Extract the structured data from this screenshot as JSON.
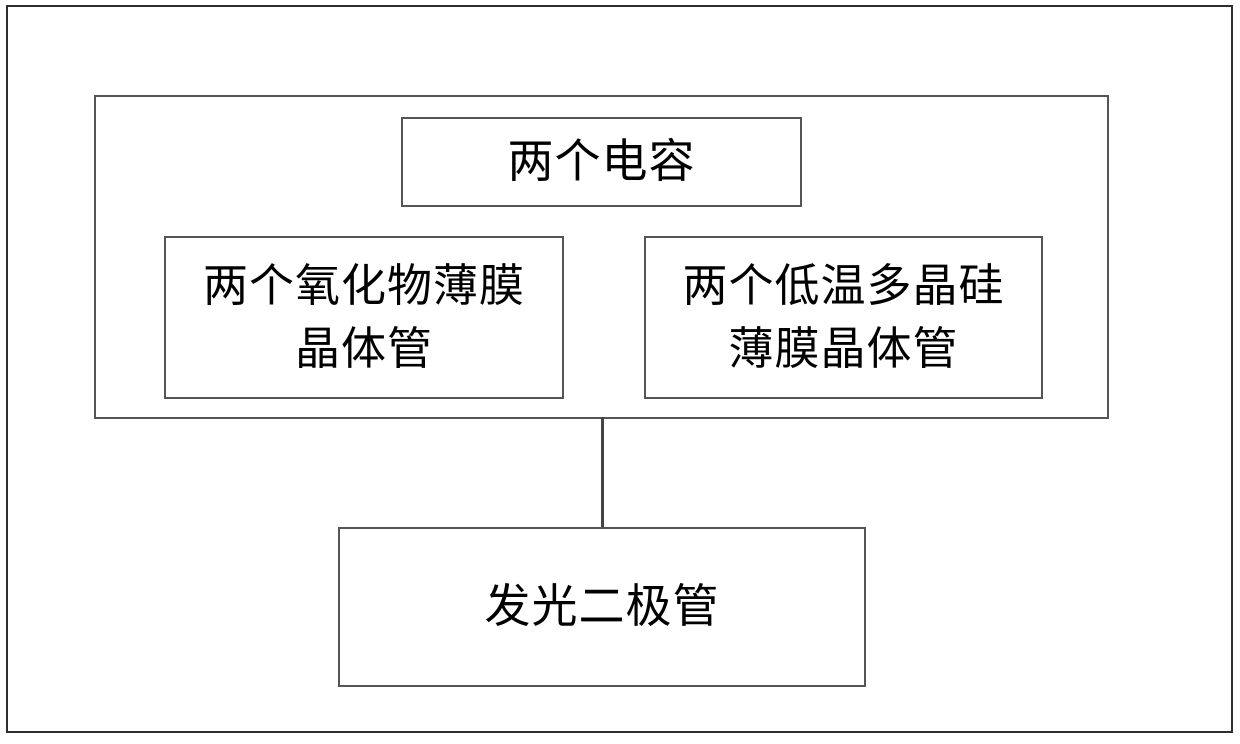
{
  "diagram": {
    "title": "",
    "background_color": "#ffffff",
    "line_color": "#555555",
    "frame_color": "#2e2e2e",
    "text_color": "#000000",
    "frame": {
      "name": "page-frame"
    },
    "container": {
      "label": ""
    },
    "nodes": {
      "capacitors": {
        "label": "两个电容"
      },
      "oxide_tft": {
        "label": "两个氧化物薄膜\n晶体管"
      },
      "ltps_tft": {
        "label": "两个低温多晶硅\n薄膜晶体管"
      },
      "led": {
        "label": "发光二极管"
      }
    },
    "connectors": [
      {
        "name": "container-to-led",
        "from": "container",
        "to": "led",
        "orientation": "vertical"
      }
    ]
  }
}
